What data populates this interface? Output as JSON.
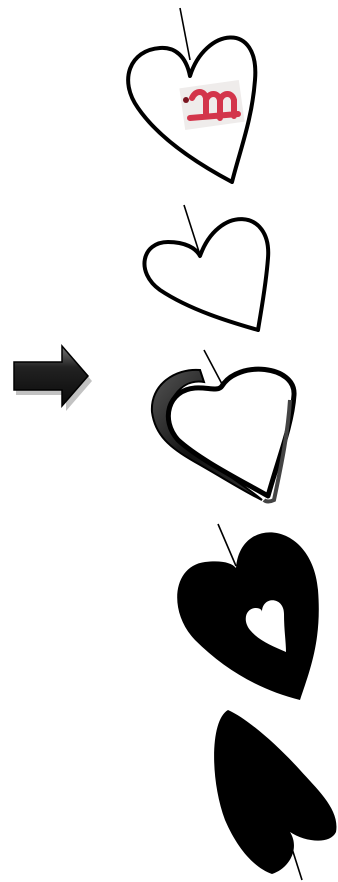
{
  "title": "",
  "colors": {
    "background": "#ffffff",
    "outline": "#000000",
    "fill": "#000000",
    "shadow": "#2f2f2f",
    "stamp_red": "#d3354b",
    "stamp_bg": "#efeceb"
  },
  "items": [
    {
      "name": "heart-with-stamp-icon",
      "style": "outline",
      "decoration": "stamp"
    },
    {
      "name": "heart-outline-icon",
      "style": "outline"
    },
    {
      "name": "heart-3d-icon",
      "style": "outline-with-shadow"
    },
    {
      "name": "heart-filled-with-hole-icon",
      "style": "filled-with-inner-cutout"
    },
    {
      "name": "heart-filled-inverted-icon",
      "style": "filled-inverted"
    }
  ],
  "arrow": {
    "name": "right-arrow-icon",
    "direction": "right"
  }
}
